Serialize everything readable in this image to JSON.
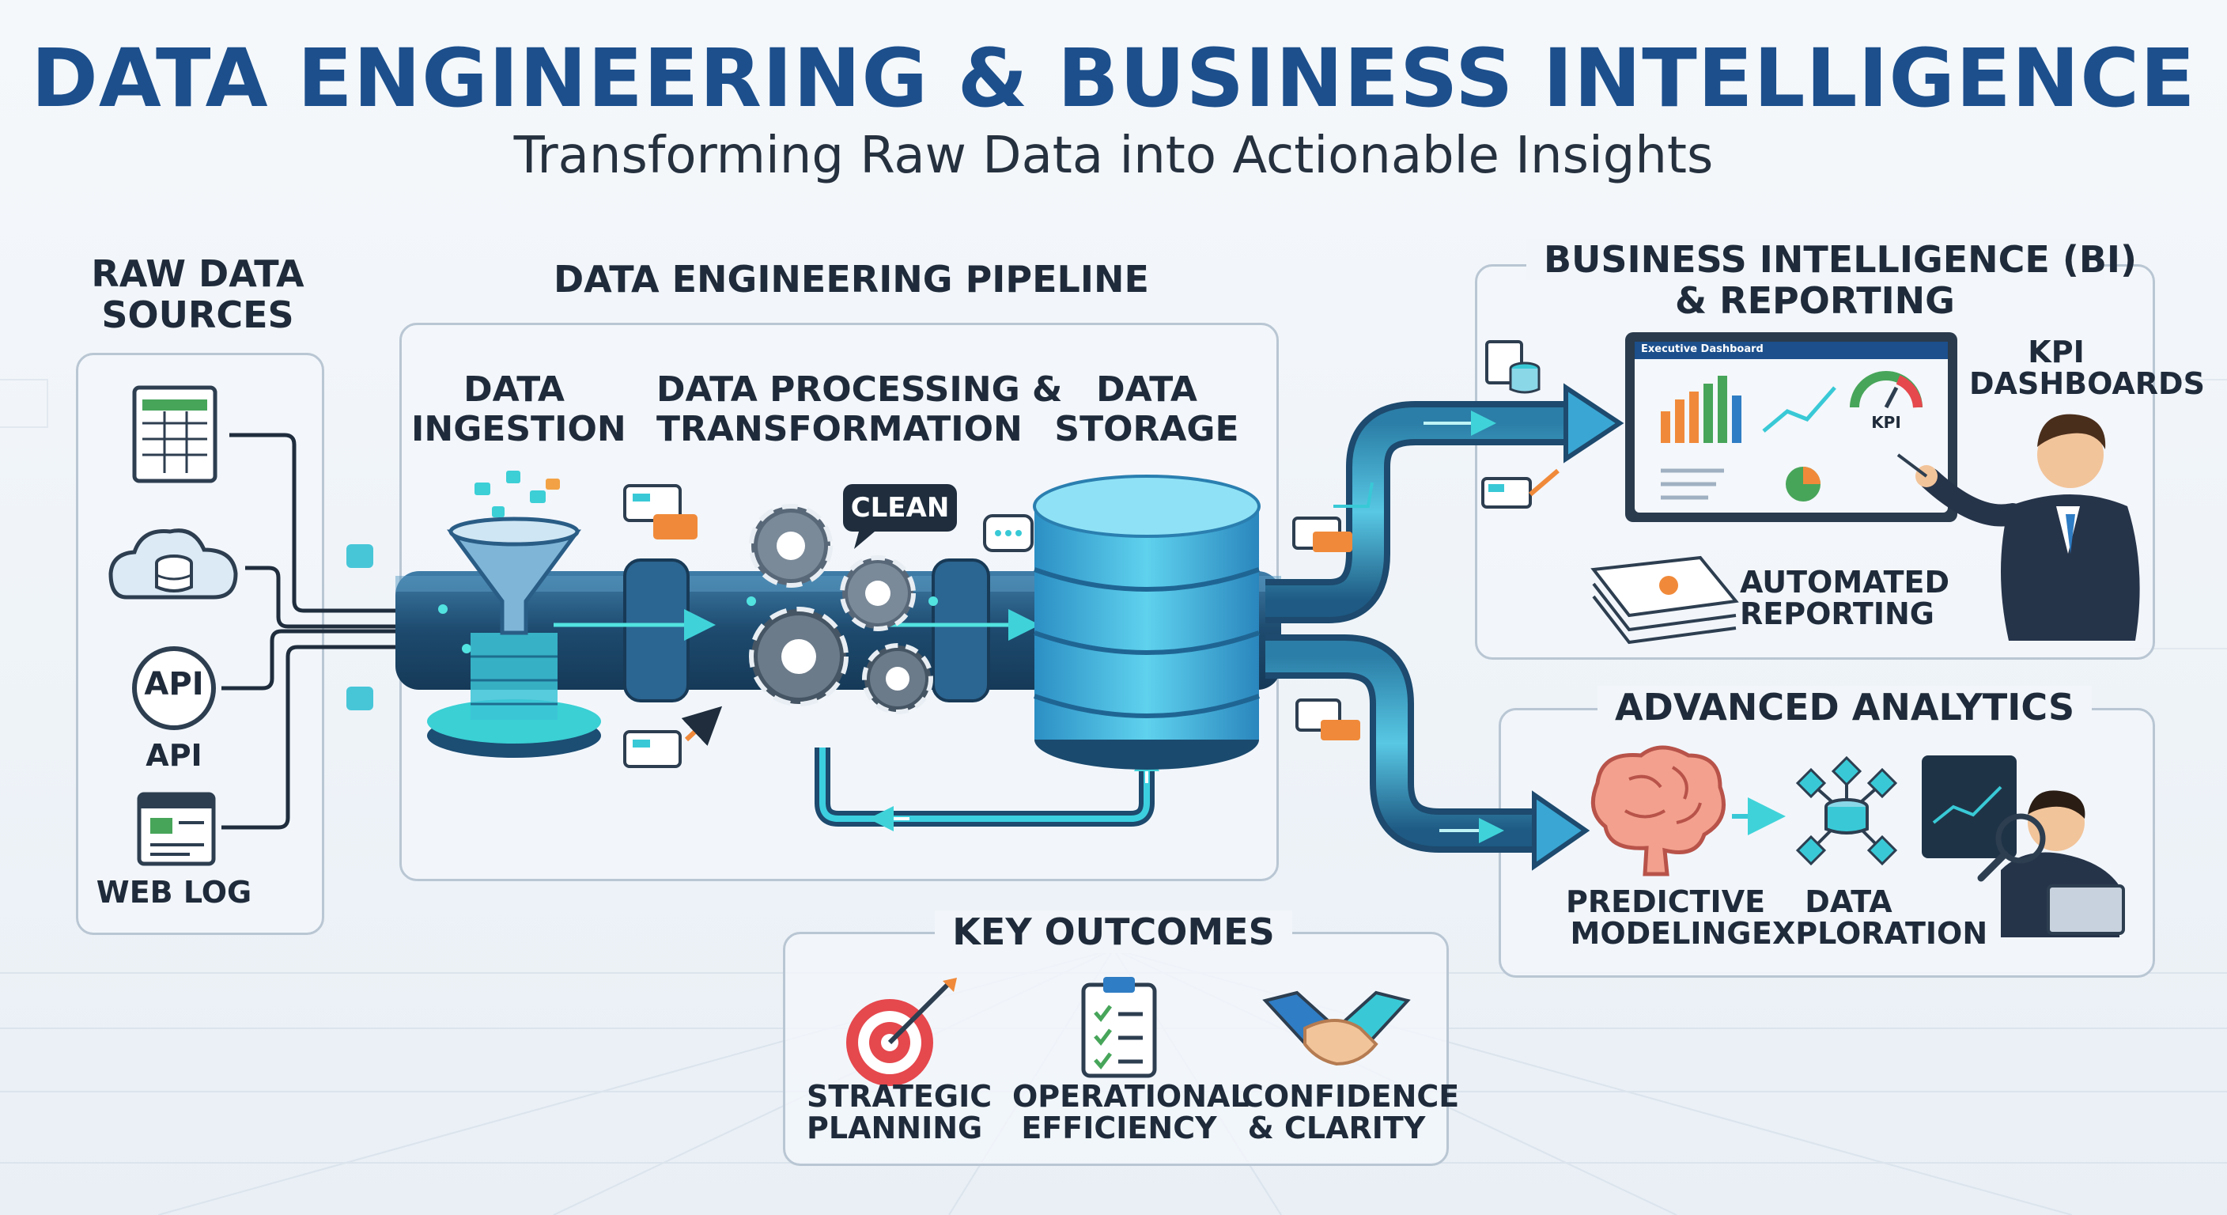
{
  "header": {
    "title": "DATA ENGINEERING & BUSINESS INTELLIGENCE",
    "subtitle": "Transforming Raw Data into Actionable Insights"
  },
  "raw_sources": {
    "title_line1": "RAW DATA",
    "title_line2": "SOURCES",
    "api_icon_text": "API",
    "api_label": "API",
    "weblog_label": "WEB LOG"
  },
  "pipeline": {
    "title": "DATA ENGINEERING PIPELINE",
    "ingestion_line1": "DATA",
    "ingestion_line2": "INGESTION",
    "processing_line1": "DATA PROCESSING &",
    "processing_line2": "TRANSFORMATION",
    "storage_line1": "DATA",
    "storage_line2": "STORAGE",
    "clean_badge": "CLEAN"
  },
  "bi": {
    "title_line1": "BUSINESS INTELLIGENCE (BI)",
    "title_line2": "& REPORTING",
    "kpi_line1": "KPI",
    "kpi_line2": "DASHBOARDS",
    "gauge_label": "KPI",
    "dashboard_header": "Executive Dashboard",
    "auto_line1": "AUTOMATED",
    "auto_line2": "REPORTING"
  },
  "analytics": {
    "title": "ADVANCED ANALYTICS",
    "predictive_line1": "PREDICTIVE",
    "predictive_line2": "MODELING",
    "exploration_line1": "DATA",
    "exploration_line2": "EXPLORATION"
  },
  "outcomes": {
    "title": "KEY OUTCOMES",
    "items": [
      {
        "line1": "STRATEGIC",
        "line2": "PLANNING",
        "icon": "target-icon"
      },
      {
        "line1": "OPERATIONAL",
        "line2": "EFFICIENCY",
        "icon": "clipboard-icon"
      },
      {
        "line1": "CONFIDENCE",
        "line2": "& CLARITY",
        "icon": "handshake-icon"
      }
    ]
  },
  "colors": {
    "title_blue": "#1c4f8c",
    "pipe_dark": "#1d4a6e",
    "teal": "#39c9d6",
    "accent_orange": "#f08a3a"
  }
}
